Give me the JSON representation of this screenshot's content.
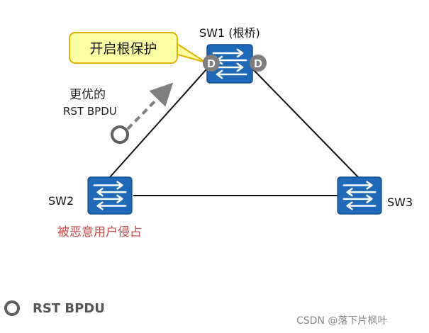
{
  "nodes": {
    "sw1": {
      "label": "SW1 (根桥)",
      "port_left": "D",
      "port_right": "D"
    },
    "sw2": {
      "label": "SW2"
    },
    "sw3": {
      "label": "SW3"
    }
  },
  "callout": {
    "text": "开启根保护"
  },
  "superior_bpdu": {
    "line1": "更优的",
    "line2": "RST BPDU"
  },
  "attacker_note": "被恶意用户侵占",
  "legend": {
    "label": "RST BPDU"
  },
  "watermark": "CSDN @落下片枫叶",
  "colors": {
    "switch_fill": "#1f69b8",
    "port_badge": "#7f7f7f",
    "callout_fill": "#ffffa6",
    "callout_border": "#e1b200",
    "attacker_text": "#c0504d",
    "arrow": "#808080"
  }
}
